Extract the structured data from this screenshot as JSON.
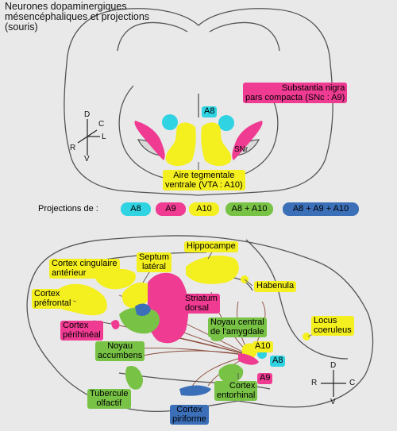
{
  "title": {
    "line1": "Neurones dopaminergiques",
    "line2": "mésencéphaliques et projections",
    "line3": "(souris)"
  },
  "coronal": {
    "snc_line1": "Substantia nigra",
    "snc_line2": "pars compacta (SNc : A9)",
    "a8": "A8",
    "snr": "SNr",
    "vta_line1": "Aire tegmentale",
    "vta_line2": "ventrale (VTA : A10)",
    "axes": {
      "d": "D",
      "c": "C",
      "l": "L",
      "r": "R",
      "v": "V"
    }
  },
  "legend": {
    "title": "Projections de :",
    "items": [
      {
        "label": "A8",
        "color": "#2fd3e2"
      },
      {
        "label": "A9",
        "color": "#ef3b92"
      },
      {
        "label": "A10",
        "color": "#f4ef1f"
      },
      {
        "label": "A8 + A10",
        "color": "#78c246"
      },
      {
        "label": "A8 + A9 + A10",
        "color": "#3b6fb8"
      }
    ]
  },
  "sagittal": {
    "hippocampe": "Hippocampe",
    "septum_line1": "Septum",
    "septum_line2": "latéral",
    "cingulaire_line1": "Cortex cingulaire",
    "cingulaire_line2": "antérieur",
    "prefrontal_line1": "Cortex",
    "prefrontal_line2": "préfrontal",
    "habenula": "Habenula",
    "striatum_line1": "Striatum",
    "striatum_line2": "dorsal",
    "perhineal_line1": "Cortex",
    "perhineal_line2": "périhinéal",
    "amygdale_line1": "Noyau central",
    "amygdale_line2": "de l'amygdale",
    "locus_line1": "Locus",
    "locus_line2": "coeruleus",
    "accumbens_line1": "Noyau",
    "accumbens_line2": "accumbens",
    "a10": "A10",
    "a8": "A8",
    "a9": "A9",
    "entorhinal_line1": "Cortex",
    "entorhinal_line2": "entorhinal",
    "olfactif_line1": "Tubercule",
    "olfactif_line2": "olfactif",
    "piriforme_line1": "Cortex",
    "piriforme_line2": "piriforme",
    "axes": {
      "d": "D",
      "r": "R",
      "c": "C",
      "v": "V"
    }
  },
  "colors": {
    "a8": "#2fd3e2",
    "a9": "#ef3b92",
    "a10": "#f4ef1f",
    "a8_a10": "#78c246",
    "a8_a9_a10": "#3b6fb8",
    "outline": "#555555",
    "fibers": "#8a4a3a"
  }
}
